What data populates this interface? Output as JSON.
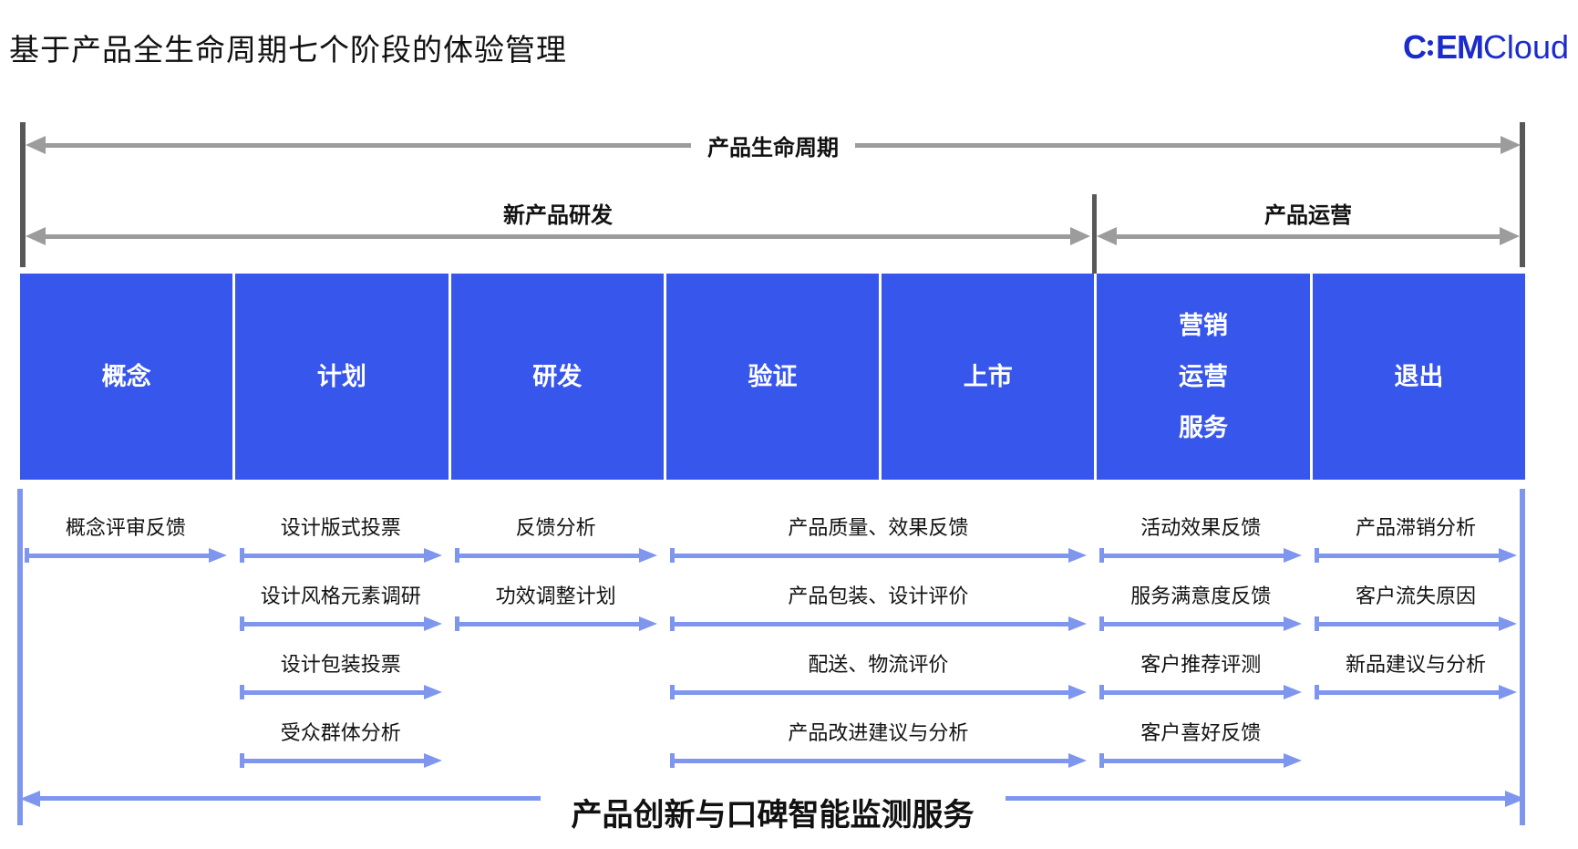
{
  "page": {
    "title": "基于产品全生命周期七个阶段的体验管理"
  },
  "logo": {
    "name": "CEMCloud",
    "part_bold": "C",
    "part_bold2": "EM",
    "part_light": "Cloud",
    "color": "#1B2BCC"
  },
  "colors": {
    "stage_blue": "#3756EB",
    "arrow_periwinkle": "#7E96EE",
    "timeline_gray": "#9C9C9C",
    "endbar_dark": "#58585A",
    "text": "#111111"
  },
  "timeline": {
    "lifecycle_label": "产品生命周期",
    "phases": [
      {
        "label": "新产品研发"
      },
      {
        "label": "产品运营"
      }
    ]
  },
  "stages": [
    {
      "lines": [
        "概念"
      ]
    },
    {
      "lines": [
        "计划"
      ]
    },
    {
      "lines": [
        "研发"
      ]
    },
    {
      "lines": [
        "验证"
      ]
    },
    {
      "lines": [
        "上市"
      ]
    },
    {
      "lines": [
        "营销",
        "运营",
        "服务"
      ]
    },
    {
      "lines": [
        "退出"
      ]
    }
  ],
  "feedback_rows": [
    [
      {
        "col": 0,
        "span": 1,
        "label": "概念评审反馈"
      },
      {
        "col": 1,
        "span": 1,
        "label": "设计版式投票"
      },
      {
        "col": 2,
        "span": 1,
        "label": "反馈分析"
      },
      {
        "col": 3,
        "span": 2,
        "label": "产品质量、效果反馈"
      },
      {
        "col": 5,
        "span": 1,
        "label": "活动效果反馈"
      },
      {
        "col": 6,
        "span": 1,
        "label": "产品滞销分析"
      }
    ],
    [
      {
        "col": 1,
        "span": 1,
        "label": "设计风格元素调研"
      },
      {
        "col": 2,
        "span": 1,
        "label": "功效调整计划"
      },
      {
        "col": 3,
        "span": 2,
        "label": "产品包装、设计评价"
      },
      {
        "col": 5,
        "span": 1,
        "label": "服务满意度反馈"
      },
      {
        "col": 6,
        "span": 1,
        "label": "客户流失原因"
      }
    ],
    [
      {
        "col": 1,
        "span": 1,
        "label": "设计包装投票"
      },
      {
        "col": 3,
        "span": 2,
        "label": "配送、物流评价"
      },
      {
        "col": 5,
        "span": 1,
        "label": "客户推荐评测"
      },
      {
        "col": 6,
        "span": 1,
        "label": "新品建议与分析"
      }
    ],
    [
      {
        "col": 1,
        "span": 1,
        "label": "受众群体分析"
      },
      {
        "col": 3,
        "span": 2,
        "label": "产品改进建议与分析"
      },
      {
        "col": 5,
        "span": 1,
        "label": "客户喜好反馈"
      }
    ]
  ],
  "bottom": {
    "label": "产品创新与口碑智能监测服务"
  }
}
